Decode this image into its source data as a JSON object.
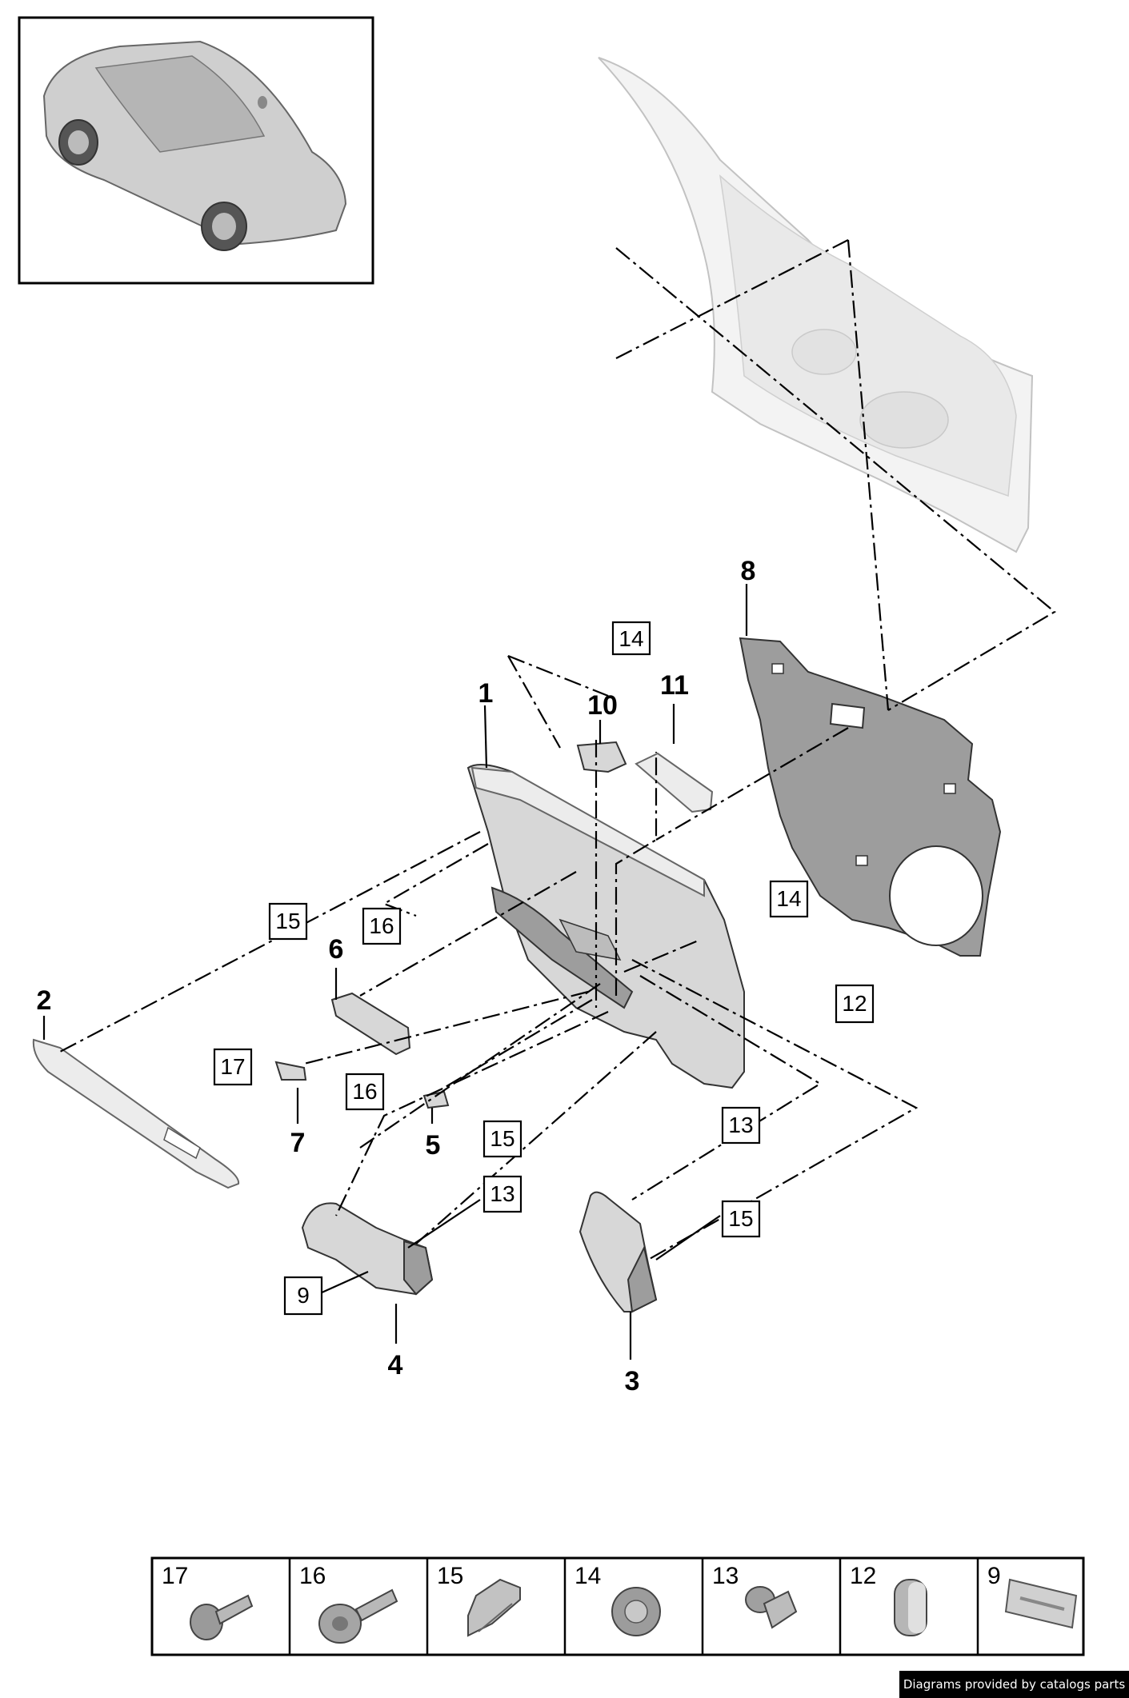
{
  "callouts": {
    "p1": "1",
    "p2": "2",
    "p3": "3",
    "p4": "4",
    "p5": "5",
    "p6": "6",
    "p7": "7",
    "p8": "8",
    "p10": "10",
    "p11": "11"
  },
  "boxed_callouts": {
    "b14_top": "14",
    "b14_right": "14",
    "b15_left": "15",
    "b16_top": "16",
    "b17": "17",
    "b16_mid": "16",
    "b12": "12",
    "b13_right": "13",
    "b15_mid": "15",
    "b13_mid": "13",
    "b15_right": "15",
    "b9": "9"
  },
  "legend": [
    {
      "number": "17",
      "icon": "screw-icon"
    },
    {
      "number": "16",
      "icon": "flange-screw-icon"
    },
    {
      "number": "15",
      "icon": "clip-icon"
    },
    {
      "number": "14",
      "icon": "expanding-rivet-icon"
    },
    {
      "number": "13",
      "icon": "plug-screw-icon"
    },
    {
      "number": "12",
      "icon": "cap-icon"
    },
    {
      "number": "9",
      "icon": "trim-badge-icon"
    }
  ],
  "footer": {
    "credit": "Diagrams provided by catalogs parts"
  }
}
